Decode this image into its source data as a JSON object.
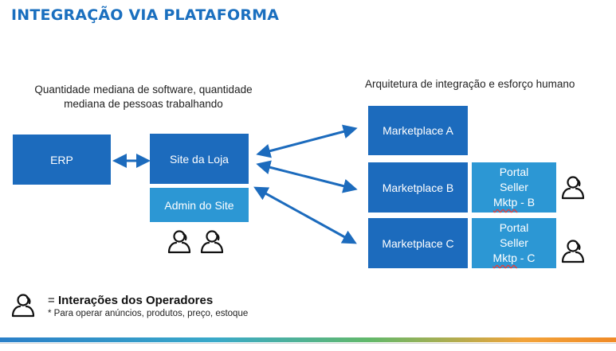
{
  "title": "INTEGRAÇÃO VIA PLATAFORMA",
  "left_caption": {
    "line1": "Quantidade mediana de software, quantidade",
    "line2": "mediana de pessoas trabalhando"
  },
  "right_caption": "Arquitetura de integração e esforço humano",
  "boxes": {
    "erp": "ERP",
    "site_loja": "Site da Loja",
    "admin_site": "Admin do Site",
    "marketplace_a": "Marketplace A",
    "marketplace_b": "Marketplace B",
    "marketplace_c": "Marketplace C"
  },
  "portal_b": {
    "line1": "Portal",
    "line2": "Seller",
    "line3_a": "Mktp",
    "line3_b": " - B"
  },
  "portal_c": {
    "line1": "Portal",
    "line2": "Seller",
    "line3_a": "Mktp",
    "line3_b": " - C"
  },
  "legend": {
    "equals": "= ",
    "title": "Interações dos Operadores",
    "note": "* Para operar anúncios, produtos, preço, estoque"
  },
  "icons": {
    "operator": "operator-user-icon",
    "arrow": "double-arrow-icon"
  },
  "colors": {
    "title": "#1a6fbf",
    "box_dark": "#1c6bbd",
    "box_light": "#2c97d4",
    "arrow": "#1c6bbd"
  }
}
